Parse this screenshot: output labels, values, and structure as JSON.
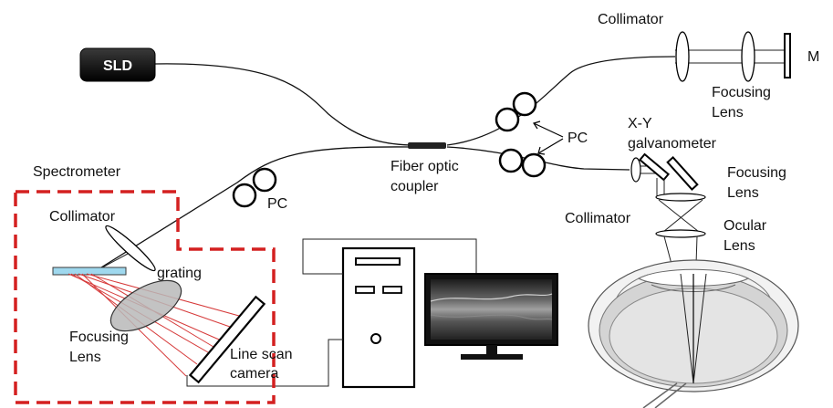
{
  "labels": {
    "sld": "SLD",
    "collimator_ref": "Collimator",
    "mirror": "M",
    "focusing_lens_ref_1": "Focusing",
    "focusing_lens_ref_2": "Lens",
    "pc_top": "PC",
    "xy_galvo_1": "X-Y",
    "xy_galvo_2": "galvanometer",
    "focusing_lens_sample_1": "Focusing",
    "focusing_lens_sample_2": "Lens",
    "collimator_sample": "Collimator",
    "ocular_lens_1": "Ocular",
    "ocular_lens_2": "Lens",
    "fiber_coupler_1": "Fiber optic",
    "fiber_coupler_2": "coupler",
    "spectrometer": "Spectrometer",
    "pc_left": "PC",
    "collimator_spec": "Collimator",
    "grating": "grating",
    "focusing_lens_spec_1": "Focusing",
    "focusing_lens_spec_2": "Lens",
    "line_scan_1": "Line scan",
    "line_scan_2": "camera"
  },
  "colors": {
    "spectrometer_box": "#d42020",
    "grating": "#9fd8ee",
    "rays": "#d63a3a",
    "lens_fill": "#b8b8b8",
    "sld_fill": "#1a1a1a",
    "monitor_fill": "#111111"
  },
  "icons": [
    "sld-source",
    "polarization-controller",
    "fiber-coupler",
    "collimator-lens",
    "focusing-lens",
    "mirror",
    "galvanometer-mirrors",
    "diffraction-grating",
    "line-scan-camera",
    "computer-tower",
    "monitor-oct-image",
    "eye-cross-section"
  ]
}
